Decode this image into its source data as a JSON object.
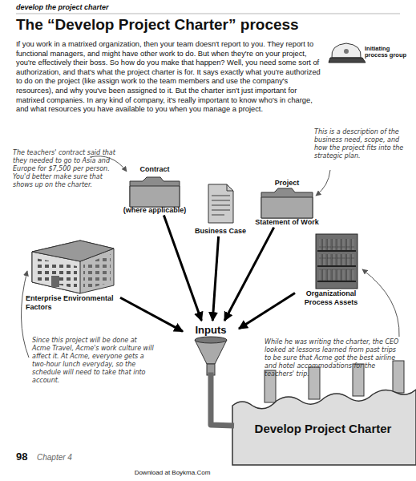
{
  "diagram": {
    "title": "The “Develop Project Charter” process",
    "nodes": [
      {
        "text": [
          "Contract",
          "(where applicable)"
        ]
      },
      {
        "text": [
          "Business Case"
        ]
      },
      {
        "text": [
          "Project",
          "Statement of Work"
        ]
      },
      {
        "text": [
          "Enterprise Environmental Factors"
        ]
      },
      {
        "text": [
          "Organizational Process Assets"
        ]
      },
      {
        "text": [
          "Inputs"
        ]
      },
      {
        "text": [
          "Develop Project Charter"
        ]
      }
    ],
    "edges": [
      {
        "from": 0,
        "to": 5,
        "arrow": "to"
      },
      {
        "from": 1,
        "to": 5,
        "arrow": "to"
      },
      {
        "from": 2,
        "to": 5,
        "arrow": "to"
      },
      {
        "from": 3,
        "to": 5,
        "arrow": "to"
      },
      {
        "from": 4,
        "to": 5,
        "arrow": "to"
      },
      {
        "from": 5,
        "to": 6,
        "arrow": "none"
      }
    ],
    "labels": [
      "develop the project charter",
      "If you work in a matrixed organization, then your team doesn't report to you. They report to functional managers, and might have other work to do. But when they're on your project, you're effectively their boss. So how do you make that happen? Well, you need some sort of authorization, and that's what the project charter is for. It says exactly what you're authorized to do on the project (like assign work to the team members and use the company's resources), and why you've been assigned to it. But the charter isn't just important for matrixed companies. In any kind of company, it's really important to know who's in charge, and what resources you have available to you when you manage a project.",
      "Initiating process group",
      "The teachers' contract said that they needed to go to Asia and Europe for $7,500 per person. You'd better make sure that shows up on the charter.",
      "This is a description of the business need, scope, and how the project fits into the strategic plan.",
      "Since this project will be done at Acme Travel, Acme's work culture will affect it. At Acme, everyone gets a two-hour lunch everyday, so the schedule will need to take that into account.",
      "While he was writing the charter, the CEO looked at lessons learned from past trips to be sure that Acme got the best airline and hotel accommodations for the teachers' trip.",
      "98",
      "Chapter 4",
      "Download at Boykma.Com"
    ]
  }
}
